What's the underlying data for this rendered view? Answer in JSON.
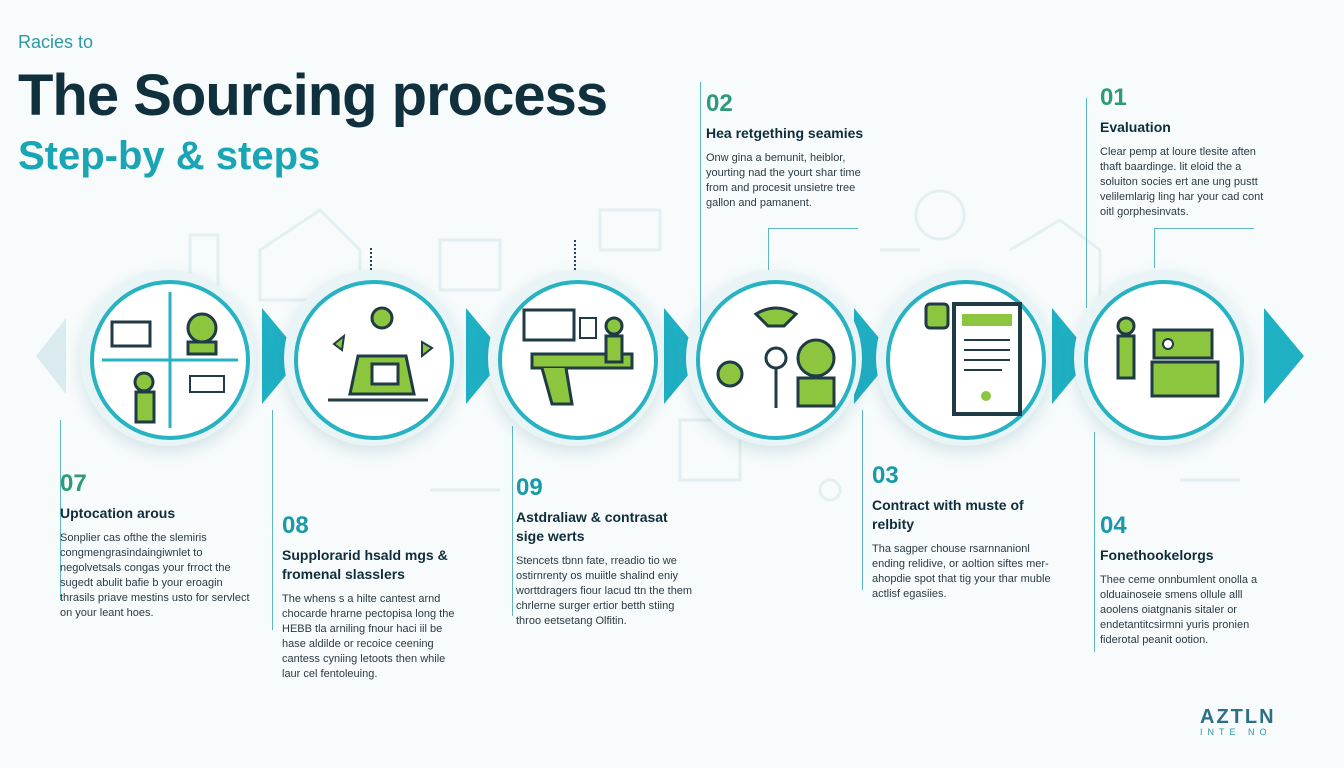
{
  "header": {
    "kicker": "Racies to",
    "title": "The Sourcing process",
    "subtitle": "Step-by & steps"
  },
  "steps": [
    {
      "number": "07",
      "heading": "Uptocation arous",
      "body": "Sonplier cas ofthe the slemiris congmengrasindaingiwnlet to negolvetsals congas your frroct the sugedt abulit bafie b your eroagin thrasils priave mestins usto for servlect on your leant hoes."
    },
    {
      "number": "08",
      "heading": "Supplorarid hsald mgs & fromenal slasslers",
      "body": "The whens s a hilte cantest arnd chocarde hrarne pectopisa long the HEBB tla arniling fnour haci iil be hase aldilde or recoice ceening cantess cyniing letoots then while laur cel fentoleuing."
    },
    {
      "number": "09",
      "heading": "Astdraliaw & contrasat sige werts",
      "body": "Stencets tbnn fate, rreadio tio we ostirnrenty os muiitle shalind eniy worttdragers fiour lacud ttn the them chrlerne surger ertior betth stiing throo eetsetang Olfitin."
    },
    {
      "number": "02",
      "heading": "Hea retgething seamies",
      "body": "Onw gina a bemunit, heiblor, yourting nad the yourt shar time from and procesit unsietre tree gallon and pamanent."
    },
    {
      "number": "03",
      "heading": "Contract with muste of relbity",
      "body": "Tha sagper chouse rsarnnanionl ending relidive, or aoltion siftes mer-ahopdie spot that tig your thar muble actlisf egasiies."
    },
    {
      "number": "01",
      "heading": "Evaluation",
      "body": "Clear pemp at loure tlesite aften thaft baardinge. lit eloid the a soluiton socies ert ane ung pustt velilemlarig ling har your cad cont oitl gorphesinvats."
    },
    {
      "number": "04",
      "heading": "Fonethookelorgs",
      "body": "Thee ceme onnbumlent onolla a olduainoseie smens ollule alll aoolens oiatgnanis sitaler or endetantitcsirmni yuris pronien fiderotal peanit ootion."
    }
  ],
  "logo": {
    "mark": "AZTLN",
    "sub": "INTE NO"
  },
  "colors": {
    "teal": "#1fb0c4",
    "green": "#8cc63f",
    "dark": "#11303d"
  }
}
